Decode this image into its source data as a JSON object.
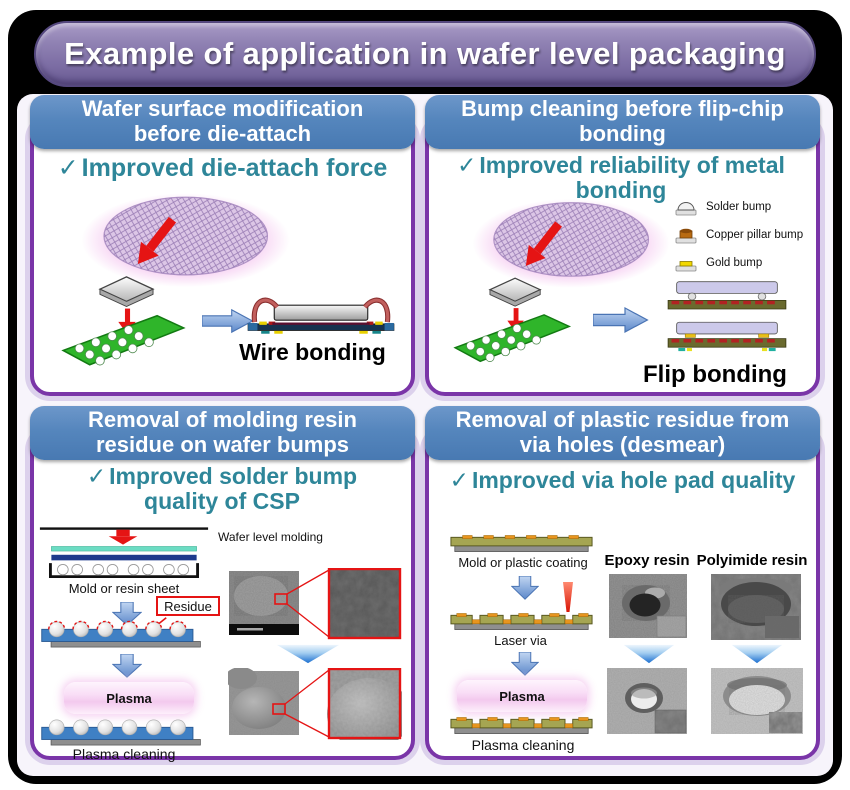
{
  "title": "Example of application in wafer level packaging",
  "check": "✓",
  "panels": {
    "die_attach": {
      "header": "Wafer surface modification before die-attach",
      "benefit": "Improved die-attach force",
      "result_label": "Wire bonding"
    },
    "bump_cleaning": {
      "header": "Bump cleaning before flip-chip bonding",
      "benefit": "Improved reliability of metal bonding",
      "legend": [
        {
          "label": "Solder bump"
        },
        {
          "label": "Copper pillar bump"
        },
        {
          "label": "Gold bump"
        }
      ],
      "result_label": "Flip bonding"
    },
    "molding_residue": {
      "header": "Removal of molding resin residue on wafer bumps",
      "benefit": "Improved solder bump quality of CSP",
      "labels": {
        "wafer_level_molding": "Wafer level molding",
        "mold_or_resin_sheet": "Mold or resin sheet",
        "residue": "Residue",
        "plasma": "Plasma",
        "plasma_cleaning": "Plasma cleaning"
      }
    },
    "via_desmear": {
      "header": "Removal of plastic residue from via holes (desmear)",
      "benefit": "Improved via hole pad quality",
      "labels": {
        "mold_or_plastic_coating": "Mold or plastic coating",
        "laser_via": "Laser via",
        "plasma": "Plasma",
        "plasma_cleaning": "Plasma cleaning",
        "epoxy_resin": "Epoxy resin",
        "polyimide_resin": "Polyimide resin"
      }
    }
  },
  "colors": {
    "title_purple": "#8375aa",
    "header_blue": "#5586bd",
    "benefit_teal": "#2e8699",
    "panel_border_purple": "#7a35a8",
    "accent_red": "#e51414",
    "board_green": "#2fb52a",
    "plasma_pink": "#f3c9ee"
  }
}
